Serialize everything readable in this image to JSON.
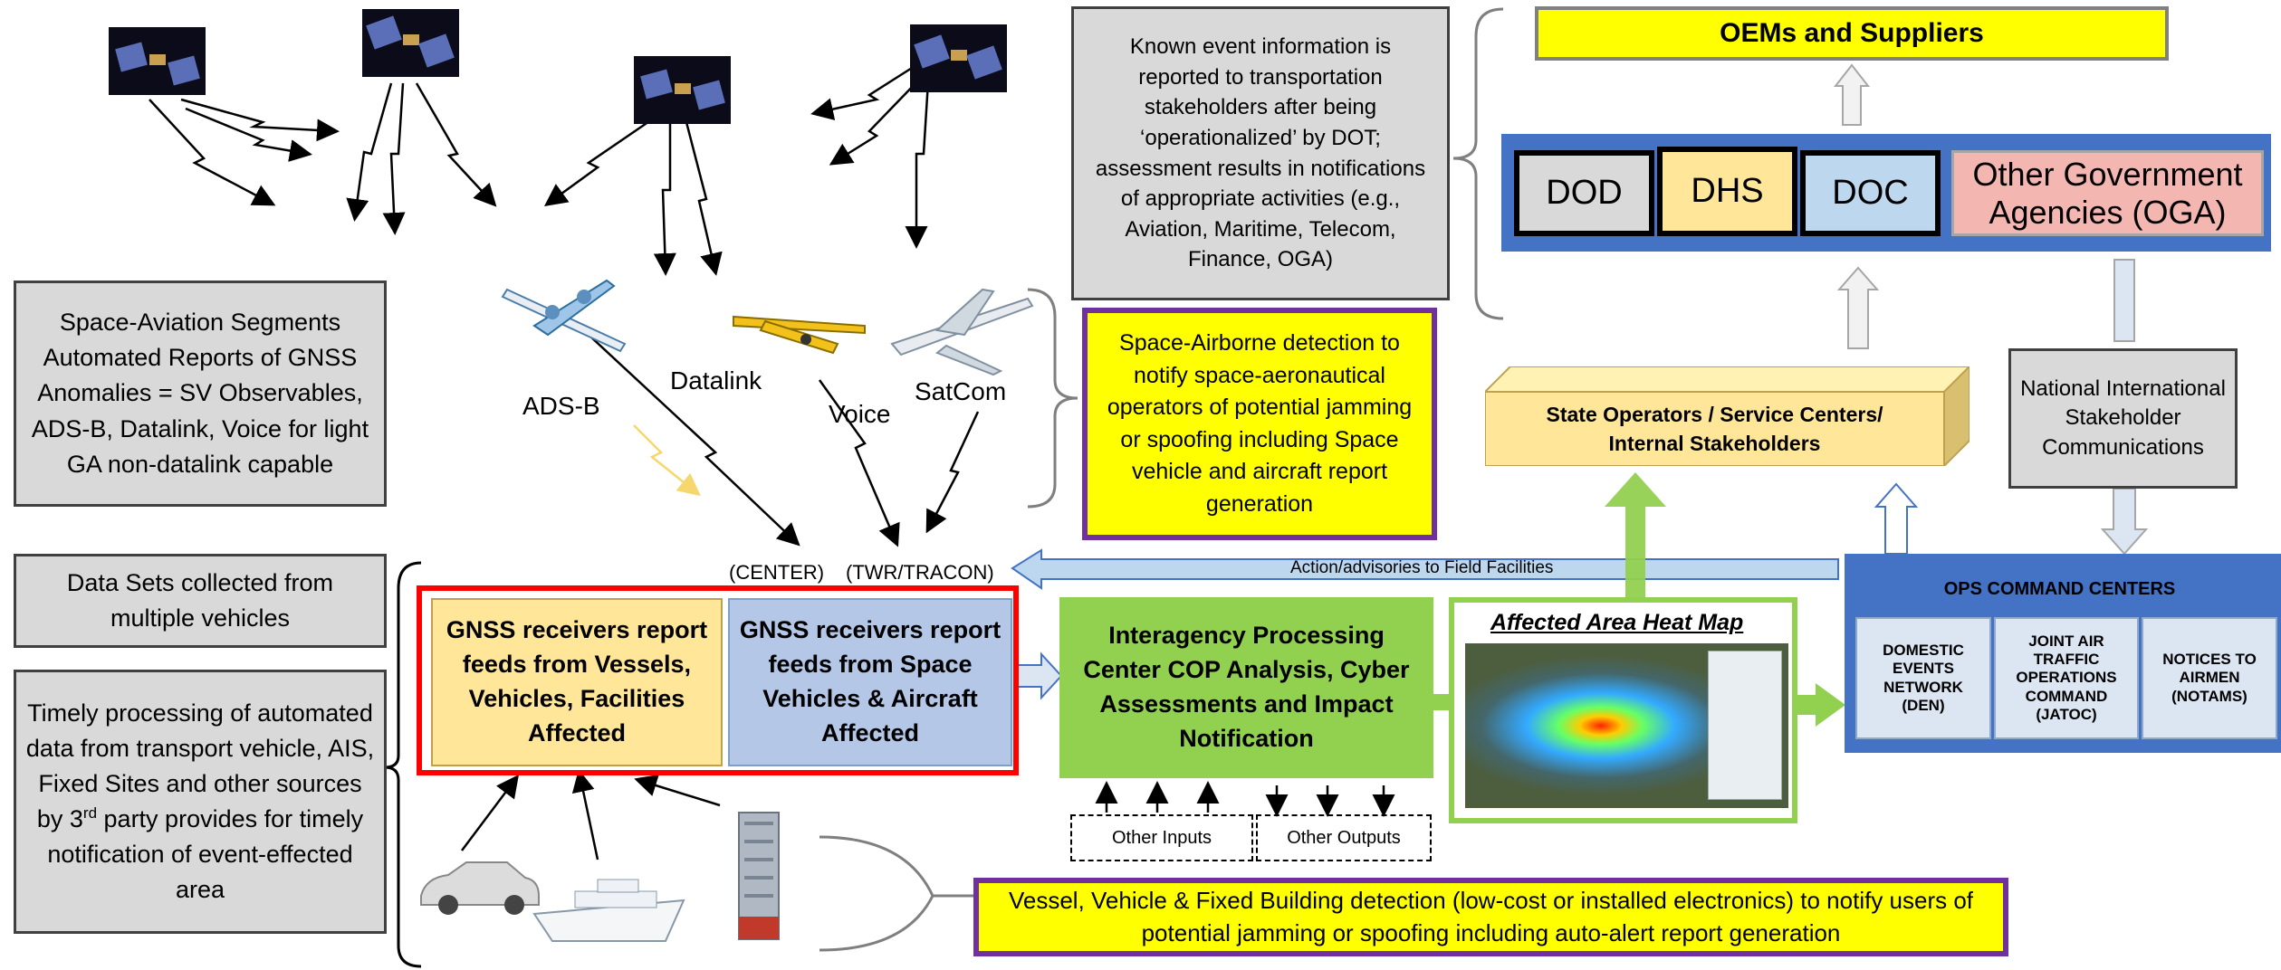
{
  "oem_box": "OEMs and Suppliers",
  "agencies": [
    "DOD",
    "DHS",
    "DOC",
    "Other Government Agencies (OGA)"
  ],
  "known_event_text": "Known event information is reported to transportation stakeholders after being ‘operationalized’ by DOT; assessment results in notifications of appropriate activities (e.g., Aviation, Maritime, Telecom, Finance, OGA)",
  "space_aviation_text": "Space-Aviation Segments Automated Reports of GNSS Anomalies = SV Observables, ADS-B, Datalink, Voice for light GA non-datalink capable",
  "data_sets_text": "Data Sets collected from multiple vehicles",
  "timely_text_a": "Timely processing of automated data from transport vehicle, AIS, Fixed Sites and other sources by 3",
  "timely_sup": "rd",
  "timely_text_b": " party provides for timely notification of event-effected area",
  "space_airborne_text": "Space-Airborne detection to notify space-aeronautical operators of potential jamming or spoofing including Space vehicle and aircraft report generation",
  "vessel_text": "Vessel, Vehicle & Fixed Building detection (low-cost or installed electronics) to notify users of potential jamming or spoofing including auto-alert report generation",
  "aircraft_labels": {
    "adsb": "ADS-B",
    "datalink": "Datalink",
    "voice": "Voice",
    "satcom": "SatCom"
  },
  "center_label": "(CENTER)",
  "twr_label": "(TWR/TRACON)",
  "action_arrow_label": "Action/advisories to Field Facilities",
  "gnss_ground": "GNSS receivers report feeds from Vessels, Vehicles, Facilities Affected",
  "gnss_space": "GNSS receivers report feeds from Space Vehicles & Aircraft Affected",
  "interagency": "Interagency Processing Center COP Analysis, Cyber Assessments and Impact Notification",
  "other_inputs": "Other Inputs",
  "other_outputs": "Other Outputs",
  "heatmap_title": "Affected Area Heat Map",
  "state_operators": "State Operators  / Service Centers/ Internal Stakeholders",
  "national_comms": "National International Stakeholder Communications",
  "ops_title": "OPS COMMAND CENTERS",
  "ops_cells": [
    "DOMESTIC EVENTS NETWORK (DEN)",
    "JOINT AIR TRAFFIC OPERATIONS COMMAND (JATOC)",
    "NOTICES TO AIRMEN (NOTAMS)"
  ],
  "colors": {
    "yellow": "#ffff00",
    "purple": "#7030a0",
    "blue_panel": "#4472c4",
    "green": "#92d050",
    "red": "#ff0000",
    "gnss_ground": "#ffe699",
    "gnss_space": "#b4c7e7",
    "dod": "#d9d9d9",
    "dhs": "#ffe699",
    "doc": "#bdd7ee",
    "oga": "#f4b6b0"
  }
}
